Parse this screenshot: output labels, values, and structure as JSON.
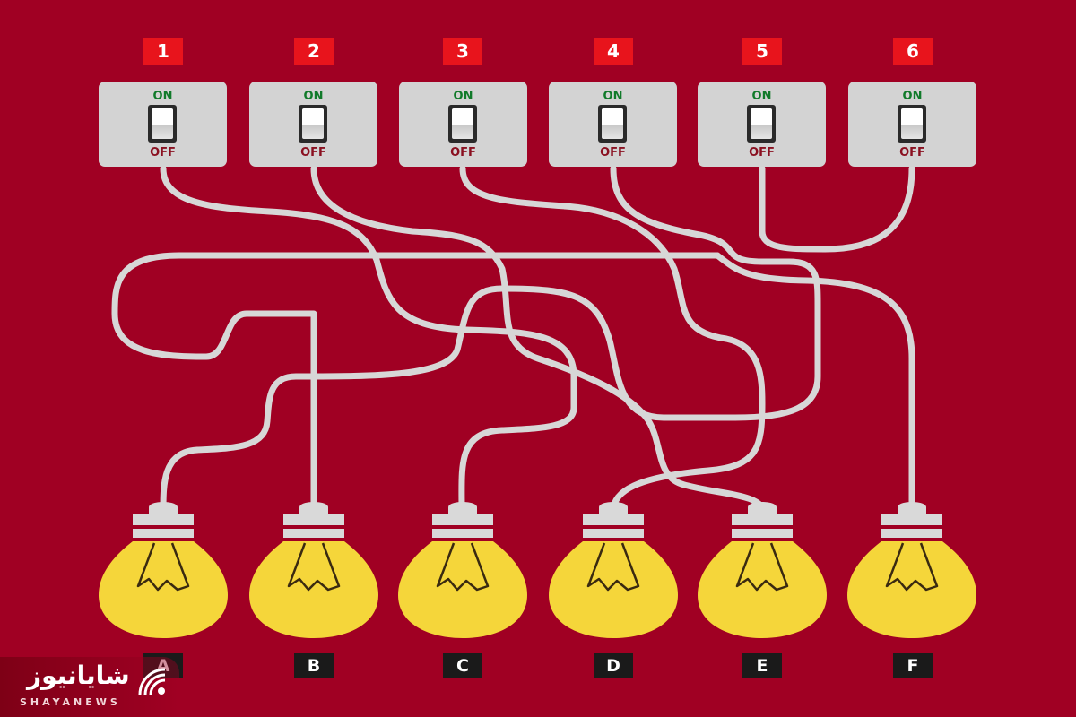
{
  "switches": [
    {
      "number": "1",
      "on_label": "ON",
      "off_label": "OFF"
    },
    {
      "number": "2",
      "on_label": "ON",
      "off_label": "OFF"
    },
    {
      "number": "3",
      "on_label": "ON",
      "off_label": "OFF"
    },
    {
      "number": "4",
      "on_label": "ON",
      "off_label": "OFF"
    },
    {
      "number": "5",
      "on_label": "ON",
      "off_label": "OFF"
    },
    {
      "number": "6",
      "on_label": "ON",
      "off_label": "OFF"
    }
  ],
  "bulbs": [
    {
      "label": "A"
    },
    {
      "label": "B"
    },
    {
      "label": "C"
    },
    {
      "label": "D"
    },
    {
      "label": "E"
    },
    {
      "label": "F"
    }
  ],
  "logo": {
    "text": "شایانیوز",
    "subtitle": "SHAYANEWS"
  },
  "colors": {
    "background": "#a00023",
    "badge": "#e8141c",
    "switch_plate": "#d3d3d3",
    "wire": "#d7d7d7",
    "bulb": "#f5d63a",
    "on_text": "#117a2a",
    "off_text": "#8a1020"
  }
}
